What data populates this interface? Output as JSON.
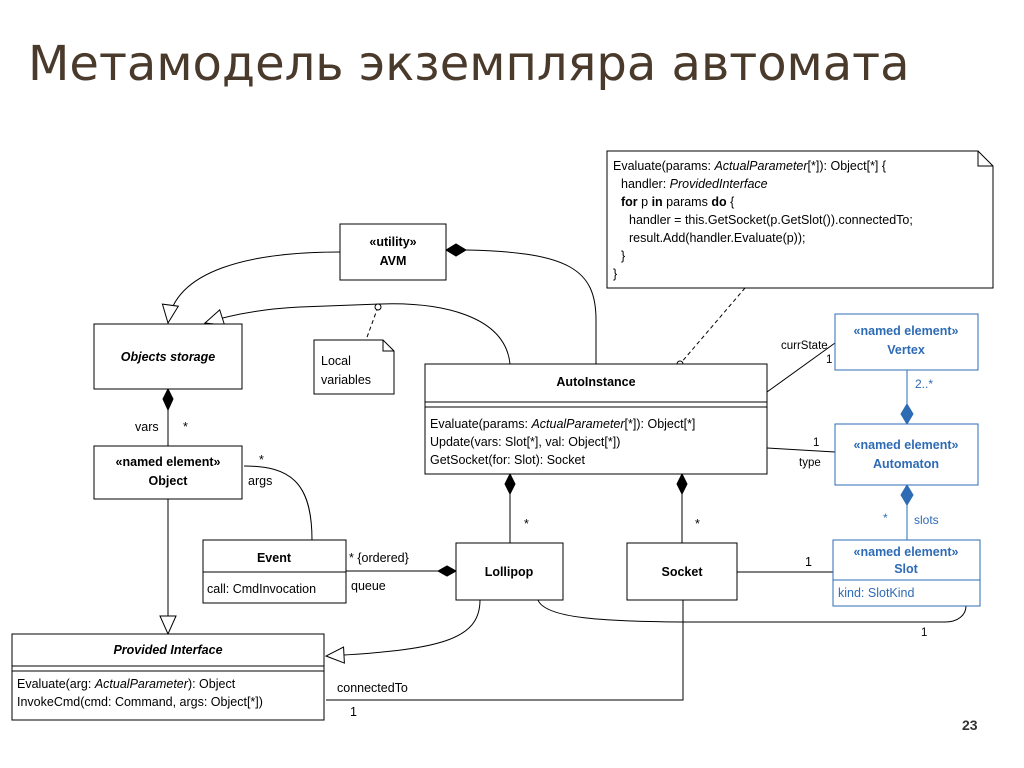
{
  "slide": {
    "title": "Метамодель экземпляра автомата",
    "page_number": "23"
  },
  "colors": {
    "title": "#4a3a2c",
    "named_element_blue": "#2e6bb5"
  },
  "classes": {
    "avm": {
      "stereotype": "«utility»",
      "name": "AVM"
    },
    "objects_storage": {
      "name": "Objects storage"
    },
    "object": {
      "stereotype": "«named element»",
      "name": "Object"
    },
    "event": {
      "name": "Event",
      "attribute": "call: CmdInvocation"
    },
    "provided_interface": {
      "name": "Provided Interface",
      "op1_prefix": "Evaluate(arg: ",
      "op1_italic": "ActualParameter",
      "op1_suffix": "): Object",
      "op2": "InvokeCmd(cmd: Command, args: Object[*])"
    },
    "autoinstance": {
      "name": "AutoInstance",
      "op1_prefix": "Evaluate(params: ",
      "op1_italic": "ActualParameter",
      "op1_suffix": "[*]): Object[*]",
      "op2": "Update(vars: Slot[*], val: Object[*])",
      "op3": "GetSocket(for: Slot): Socket"
    },
    "lollipop": {
      "name": "Lollipop"
    },
    "socket": {
      "name": "Socket"
    },
    "vertex": {
      "stereotype": "«named element»",
      "name": "Vertex"
    },
    "automaton": {
      "stereotype": "«named element»",
      "name": "Automaton"
    },
    "slot": {
      "stereotype": "«named element»",
      "name": "Slot",
      "attribute": "kind: SlotKind"
    }
  },
  "notes": {
    "local_vars": {
      "line1": "Local",
      "line2": "variables"
    },
    "code": {
      "l1_a": "Evaluate(params: ",
      "l1_b": "ActualParameter",
      "l1_c": "[*]): Object[*] {",
      "l2_a": "handler: ",
      "l2_b": "ProvidedInterface",
      "l3_a": "for",
      "l3_b": " p ",
      "l3_c": "in",
      "l3_d": " params ",
      "l3_e": "do",
      "l3_f": " {",
      "l4": "handler = this.GetSocket(p.GetSlot()).connectedTo;",
      "l5": "result.Add(handler.Evaluate(p));",
      "l6": "}",
      "l7": "}"
    }
  },
  "labels": {
    "vars": "vars",
    "vars_mult": "*",
    "args": "args",
    "args_mult": "*",
    "ordered": "* {ordered}",
    "queue": "queue",
    "lollipop_mult": "*",
    "socket_mult": "*",
    "curr_state": "currState",
    "curr_state_mult": "1",
    "type": "type",
    "type_mult": "1",
    "vertex_mult": "2..*",
    "slots": "slots",
    "slots_mult": "*",
    "socket_slot_mult": "1",
    "lollipop_slot_mult": "1",
    "connected_to": "connectedTo",
    "connected_to_mult": "1"
  }
}
